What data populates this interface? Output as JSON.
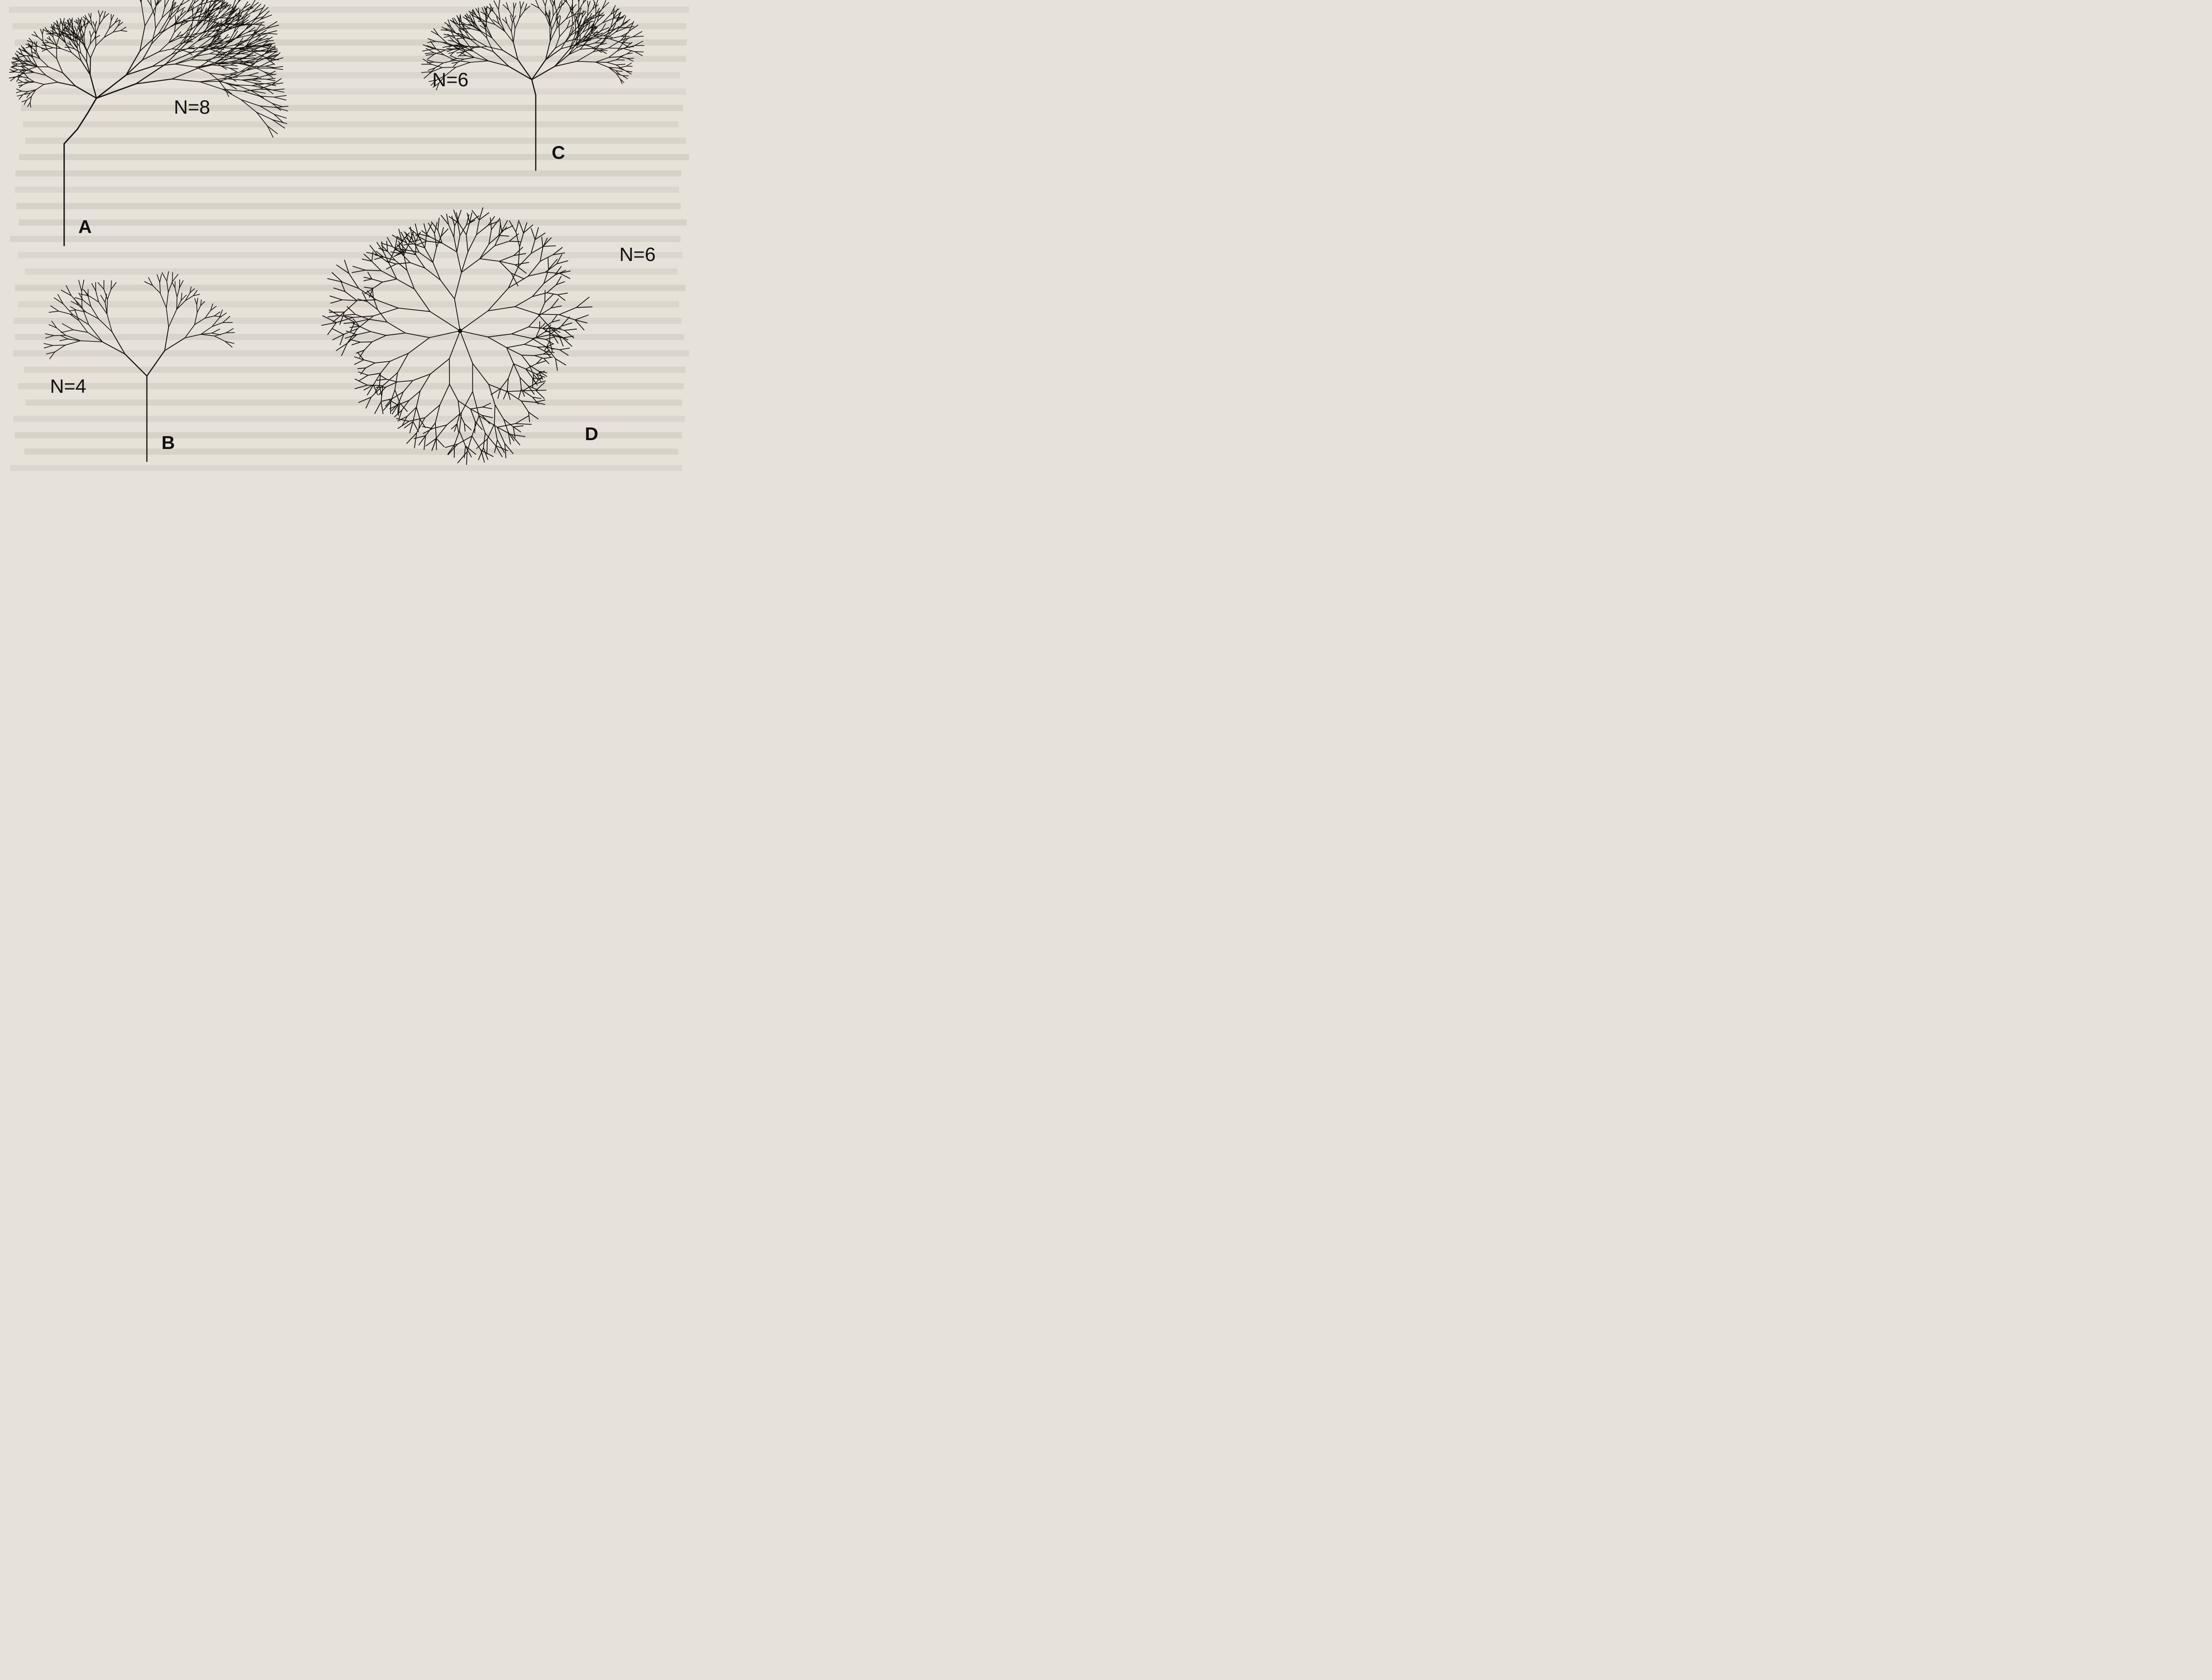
{
  "figure": {
    "panels": [
      {
        "id": "A",
        "letter": "A",
        "n_label": "N=8"
      },
      {
        "id": "B",
        "letter": "B",
        "n_label": "N=4"
      },
      {
        "id": "C",
        "letter": "C",
        "n_label": "N=6"
      },
      {
        "id": "D",
        "letter": "D",
        "n_label": "N=6"
      }
    ]
  },
  "colors": {
    "paper": "#e6e1d9",
    "ink": "#141210",
    "ghost_text": "#cfc9bf"
  }
}
